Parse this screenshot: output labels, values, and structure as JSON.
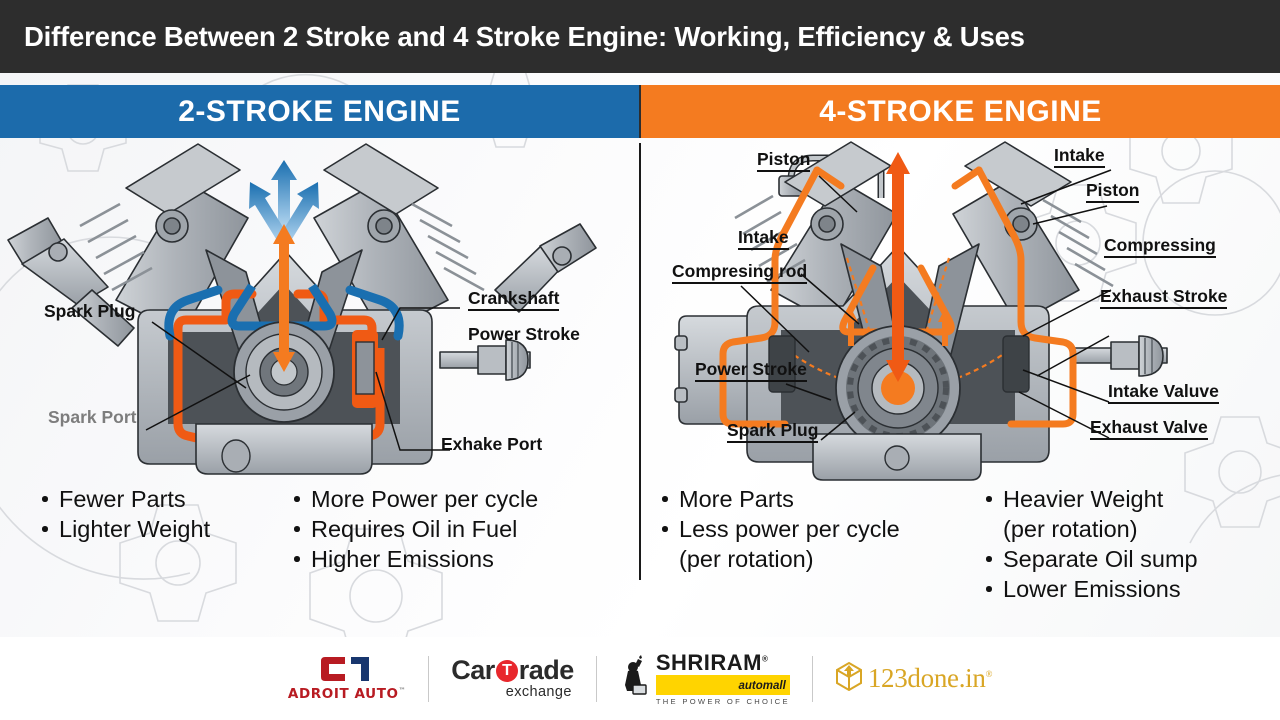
{
  "title": "Difference Between 2 Stroke and 4 Stroke Engine: Working, Efficiency & Uses",
  "colors": {
    "header_bg": "#2d2d2d",
    "left_banner": "#1c6bab",
    "right_banner": "#f47b20",
    "diagram_orange": "#f47b20",
    "diagram_blue": "#1c6bab",
    "metal_gray": "#b8bcc0",
    "text_dark": "#111111",
    "text_gray": "#7d7d7d"
  },
  "left_section": {
    "banner_label": "2-STROKE ENGINE",
    "callouts": [
      {
        "text": "Spark Plug",
        "style": "dark"
      },
      {
        "text": "Spark Port",
        "style": "gray"
      },
      {
        "text": "Crankshaft",
        "style": "dark"
      },
      {
        "text": "Power Stroke",
        "style": "dark"
      },
      {
        "text": "Exhake Port",
        "style": "dark"
      }
    ],
    "bullets_col1": [
      "Fewer Parts",
      "Lighter Weight"
    ],
    "bullets_col2": [
      "More Power per cycle",
      "Requires Oil in Fuel",
      "Higher Emissions"
    ]
  },
  "right_section": {
    "banner_label": "4-STROKE ENGINE",
    "callouts": [
      {
        "text": "Piston",
        "style": "dark"
      },
      {
        "text": "Intake",
        "style": "dark"
      },
      {
        "text": "Compresing rod",
        "style": "dark"
      },
      {
        "text": "Power Stroke",
        "style": "dark"
      },
      {
        "text": "Spark Plug",
        "style": "dark"
      },
      {
        "text": "Intake",
        "style": "dark"
      },
      {
        "text": "Piston",
        "style": "dark"
      },
      {
        "text": "Compressing",
        "style": "dark"
      },
      {
        "text": "Exhaust Stroke",
        "style": "dark"
      },
      {
        "text": "Intake Valuve",
        "style": "dark"
      },
      {
        "text": "Exhaust Valve",
        "style": "dark"
      }
    ],
    "bullets_col1": [
      "More Parts",
      "Less power per cycle",
      "(per rotation)"
    ],
    "bullets_col2": [
      "Heavier Weight",
      "(per rotation)",
      "Separate Oil sump",
      "Lower Emissions"
    ]
  },
  "footer": {
    "logos": [
      {
        "name": "Adroit Auto",
        "wordmark": "ADROIT AUTO",
        "tm": "™"
      },
      {
        "name": "CarTrade exchange",
        "line1a": "Car",
        "t": "T",
        "line1b": "rade",
        "line2": "exchange"
      },
      {
        "name": "Shriram Automall",
        "line1": "SHRIRAM",
        "reg": "®",
        "badge": "automall",
        "tagline": "THE POWER OF CHOICE"
      },
      {
        "name": "123done.in",
        "wordmark": "123done.in",
        "reg": "®"
      }
    ]
  }
}
